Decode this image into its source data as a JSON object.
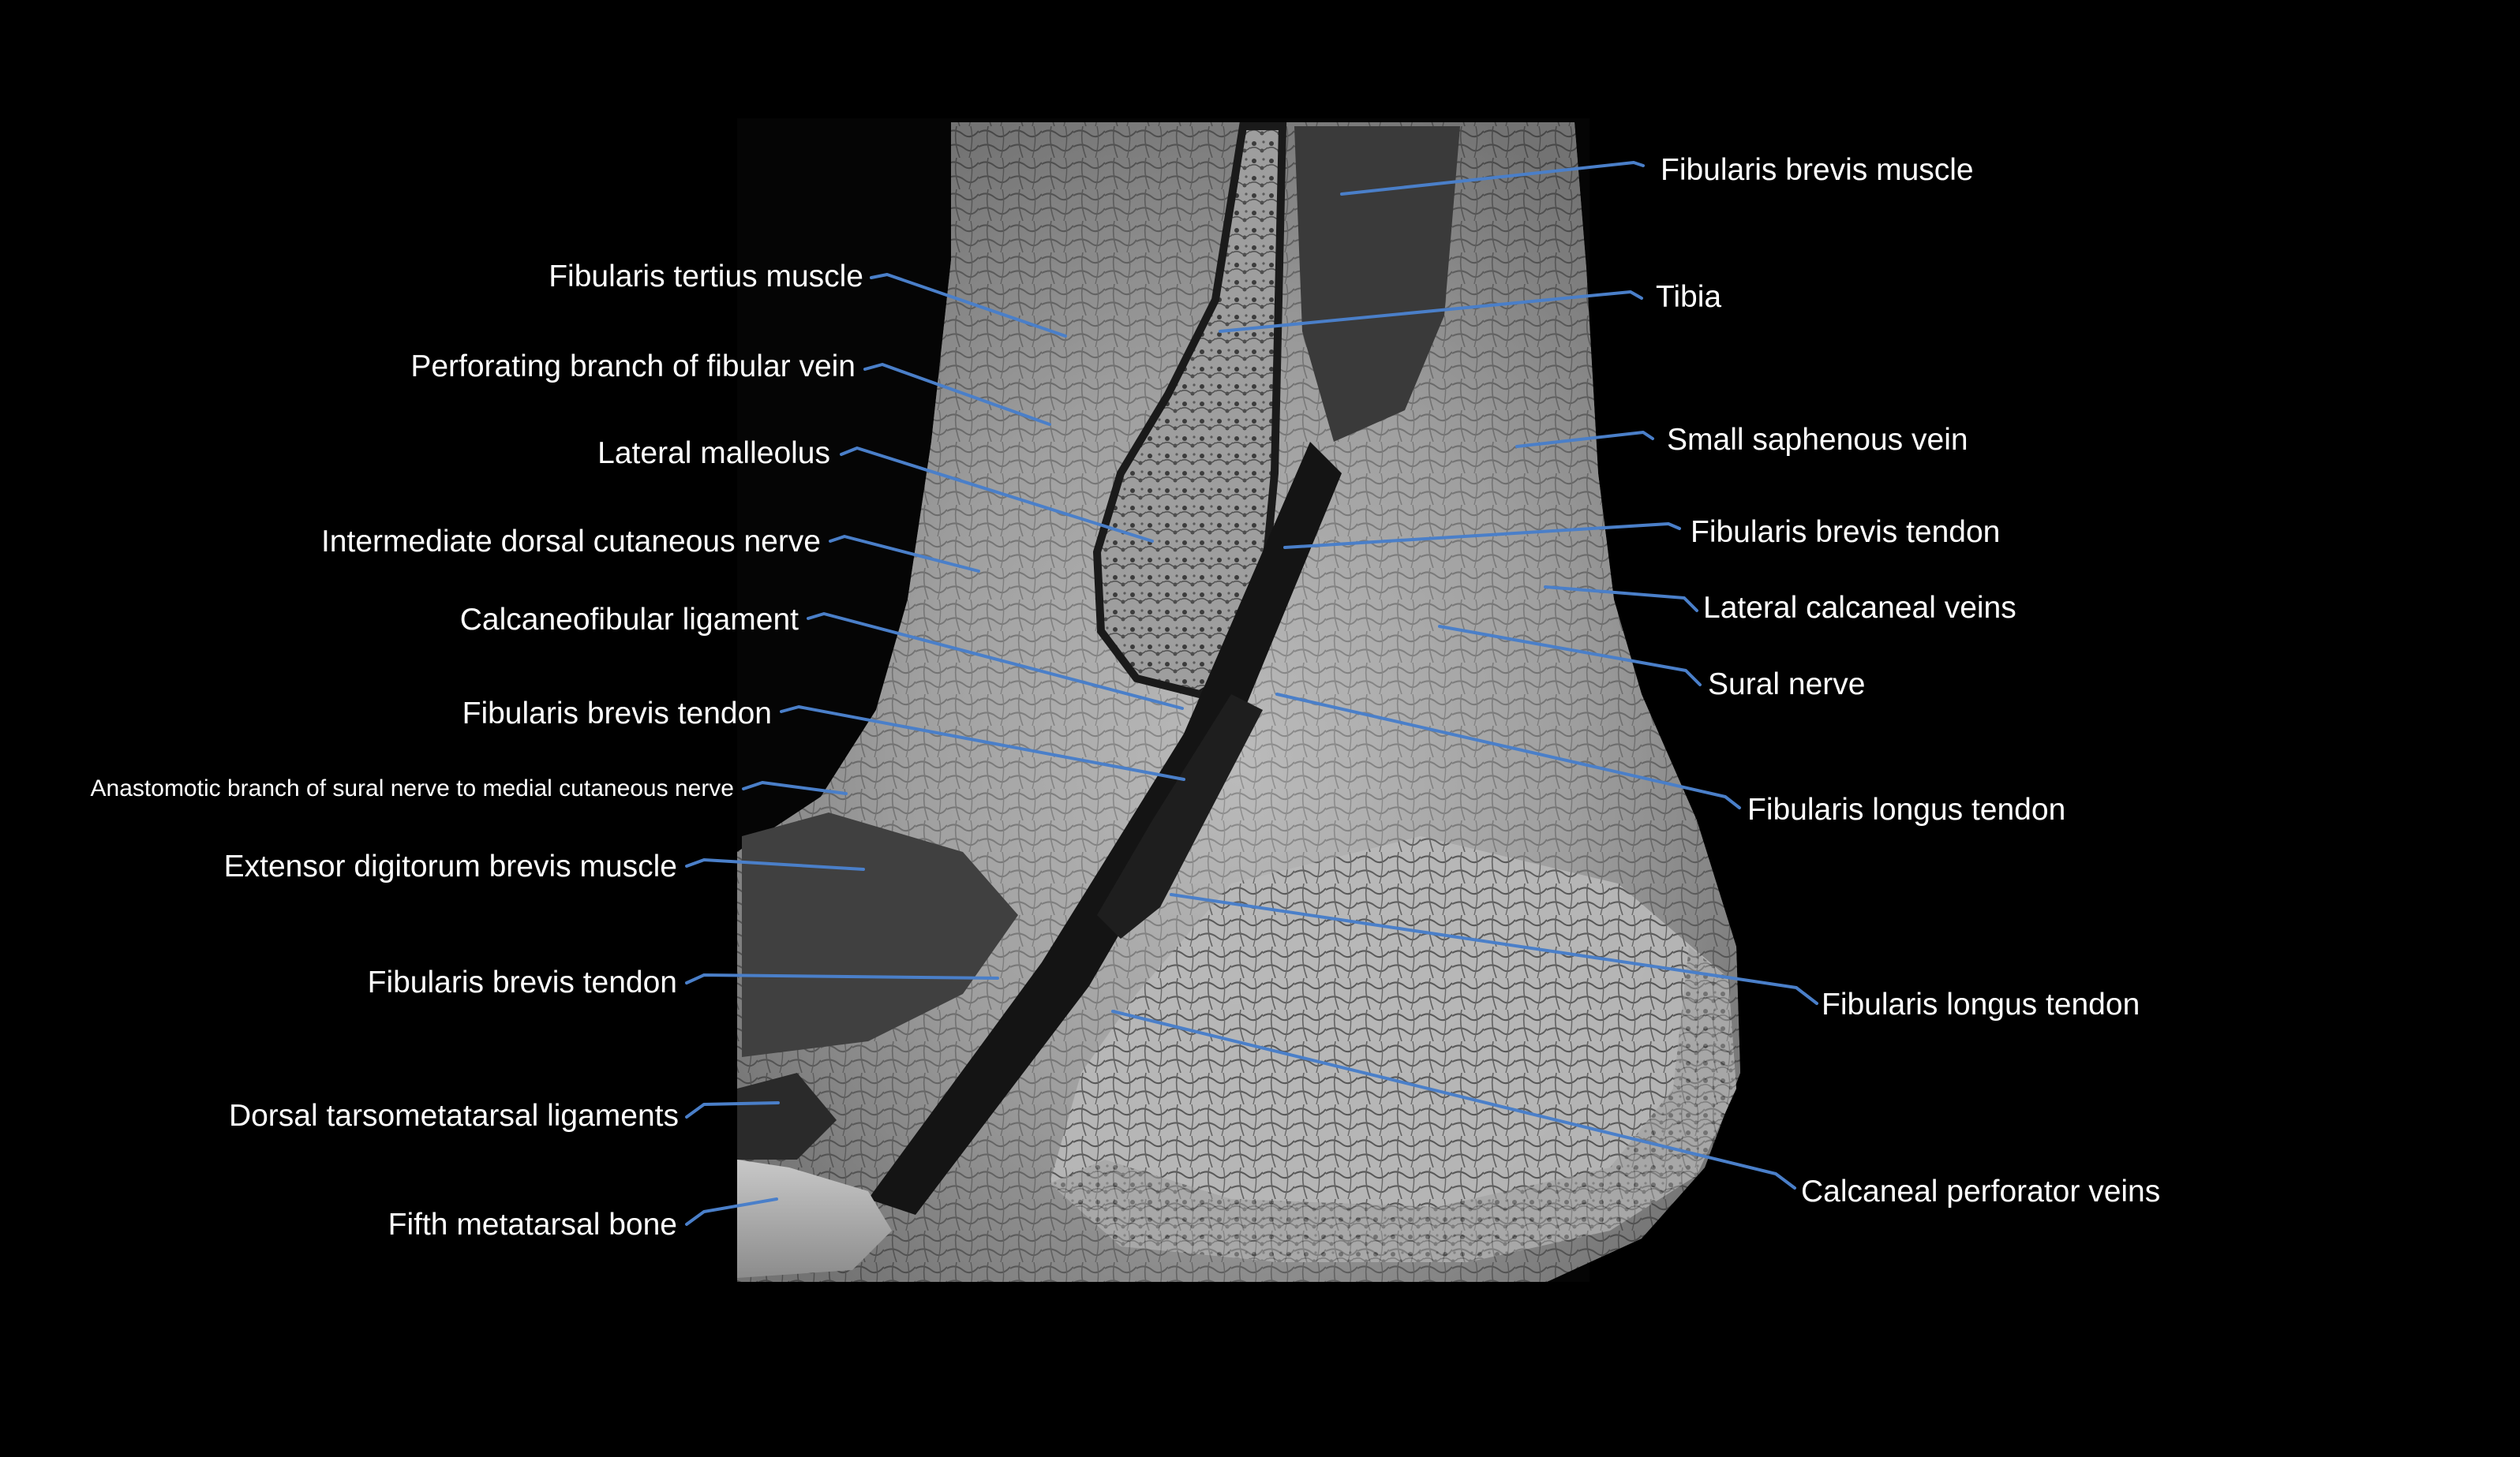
{
  "labels": {
    "fibularis_brevis_muscle": "Fibularis brevis muscle",
    "tibia": "Tibia",
    "small_saphenous_vein": "Small saphenous vein",
    "fibularis_brevis_tendon_right": "Fibularis brevis tendon",
    "lateral_calcaneal_veins": "Lateral calcaneal veins",
    "sural_nerve": "Sural nerve",
    "fibularis_longus_tendon_upper": "Fibularis longus tendon",
    "fibularis_longus_tendon_lower": "Fibularis longus tendon",
    "calcaneal_perforator_veins": "Calcaneal perforator veins",
    "fibularis_tertius_muscle": "Fibularis tertius muscle",
    "perforating_branch_fibular_vein": "Perforating branch of fibular vein",
    "lateral_malleolus": "Lateral malleolus",
    "intermediate_dorsal_cutaneous_nerve": "Intermediate dorsal cutaneous nerve",
    "calcaneofibular_ligament": "Calcaneofibular ligament",
    "fibularis_brevis_tendon_left_upper": "Fibularis brevis tendon",
    "anastomotic_branch_sural_nerve": "Anastomotic branch of sural nerve to medial cutaneous nerve",
    "extensor_digitorum_brevis_muscle": "Extensor digitorum brevis muscle",
    "fibularis_brevis_tendon_left_lower": "Fibularis brevis tendon",
    "dorsal_tarsometatarsal_ligaments": "Dorsal tarsometatarsal ligaments",
    "fifth_metatarsal_bone": "Fifth metatarsal bone"
  },
  "colors": {
    "background": "#000000",
    "leader_line": "#4a7fc9",
    "label_text": "#ffffff"
  }
}
